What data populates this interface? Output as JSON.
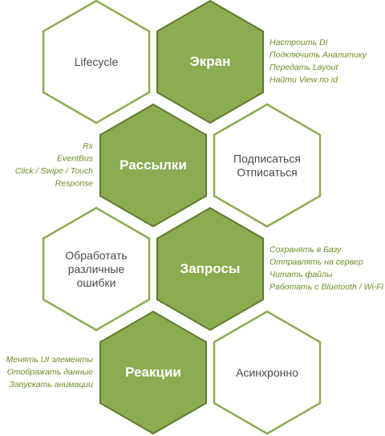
{
  "hexagons": [
    {
      "id": "lifecycle",
      "style": "outline",
      "lines": [
        "Lifecycle"
      ]
    },
    {
      "id": "ekran",
      "style": "filled",
      "lines": [
        "Экран"
      ]
    },
    {
      "id": "rassylki",
      "style": "filled",
      "lines": [
        "Рассылки"
      ]
    },
    {
      "id": "podpisatsya",
      "style": "outline",
      "lines": [
        "Подписаться",
        "Отписаться"
      ]
    },
    {
      "id": "obrabotat",
      "style": "outline",
      "lines": [
        "Обработать",
        "различные",
        "ошибки"
      ]
    },
    {
      "id": "zaprosy",
      "style": "filled",
      "lines": [
        "Запросы"
      ]
    },
    {
      "id": "reaktsii",
      "style": "filled",
      "lines": [
        "Реакции"
      ]
    },
    {
      "id": "asinkhronno",
      "style": "outline",
      "lines": [
        "Асинхронно"
      ]
    }
  ],
  "notes": [
    {
      "id": "ekran-notes",
      "anchor": "start",
      "lines": [
        "Настроить DI",
        "Подключить Аналитику",
        "Передать Layout",
        "Найти View по id"
      ]
    },
    {
      "id": "rassylki-notes",
      "anchor": "end",
      "lines": [
        "Rx",
        "EventBus",
        "Click / Swipe / Touch",
        "Response"
      ]
    },
    {
      "id": "zaprosy-notes",
      "anchor": "start",
      "lines": [
        "Сохранять в Базу",
        "Отправлять на сервер",
        "Читать файлы",
        "Работать с Bluetooth / Wi-Fi"
      ]
    },
    {
      "id": "reaktsii-notes",
      "anchor": "end",
      "lines": [
        "Менять UI элементы",
        "Отображать данные",
        "Запускать анимации"
      ]
    }
  ],
  "colors": {
    "accent": "#8cac52",
    "accent_dark": "#5f7a2c",
    "note_text": "#6b8e23",
    "outline_text": "#4a4a4a"
  }
}
